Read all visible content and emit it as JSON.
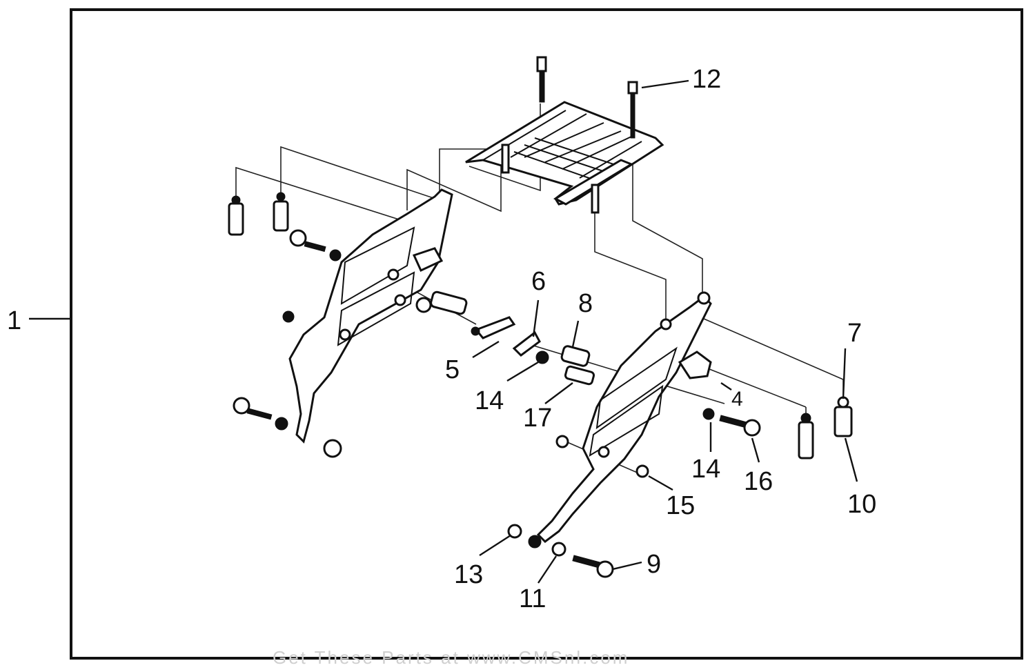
{
  "diagram": {
    "labels": {
      "p1": "1",
      "p4": "4",
      "p5": "5",
      "p6": "6",
      "p7": "7",
      "p8": "8",
      "p9": "9",
      "p10": "10",
      "p11": "11",
      "p12": "12",
      "p13": "13",
      "p14a": "14",
      "p14b": "14",
      "p15": "15",
      "p16": "16",
      "p17": "17"
    },
    "watermark": "Get These Parts at www.CMSnl.com"
  }
}
